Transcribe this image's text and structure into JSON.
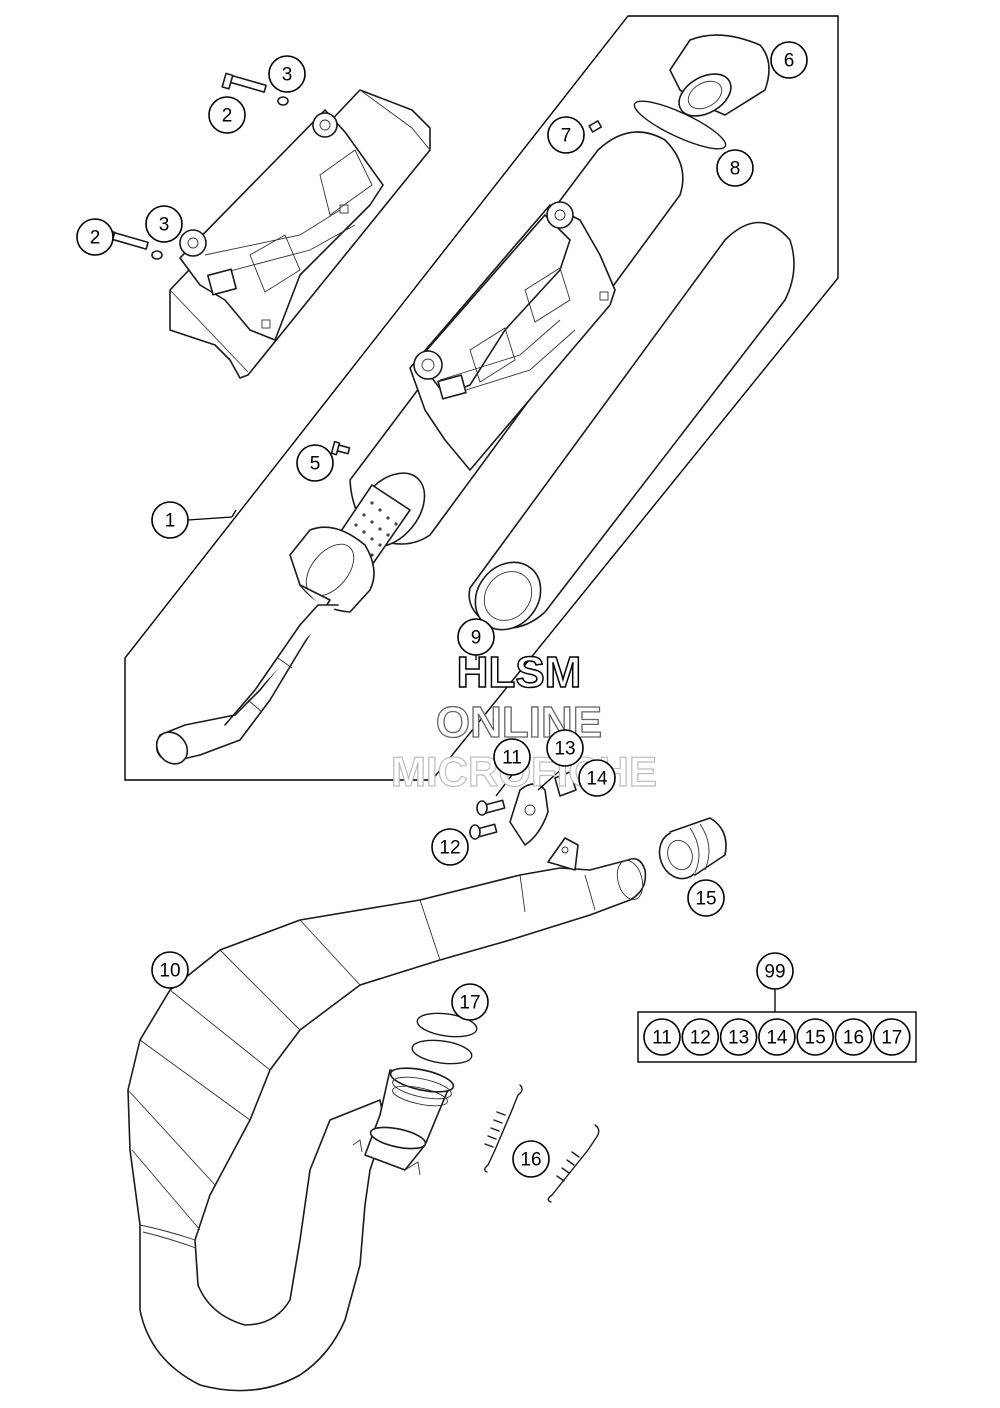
{
  "callouts": [
    {
      "id": "callout-2a",
      "label": "2"
    },
    {
      "id": "callout-3a",
      "label": "3"
    },
    {
      "id": "callout-2b",
      "label": "2"
    },
    {
      "id": "callout-3b",
      "label": "3"
    },
    {
      "id": "callout-6",
      "label": "6"
    },
    {
      "id": "callout-7",
      "label": "7"
    },
    {
      "id": "callout-8",
      "label": "8"
    },
    {
      "id": "callout-5",
      "label": "5"
    },
    {
      "id": "callout-1",
      "label": "1"
    },
    {
      "id": "callout-9",
      "label": "9"
    },
    {
      "id": "callout-11",
      "label": "11"
    },
    {
      "id": "callout-13",
      "label": "13"
    },
    {
      "id": "callout-14",
      "label": "14"
    },
    {
      "id": "callout-12",
      "label": "12"
    },
    {
      "id": "callout-15",
      "label": "15"
    },
    {
      "id": "callout-10",
      "label": "10"
    },
    {
      "id": "callout-17",
      "label": "17"
    },
    {
      "id": "callout-16",
      "label": "16"
    },
    {
      "id": "callout-99",
      "label": "99"
    }
  ],
  "kit": {
    "label": "99",
    "items": [
      "11",
      "12",
      "13",
      "14",
      "15",
      "16",
      "17"
    ]
  },
  "watermark": {
    "line1": "HLSM",
    "line2": "ONLINE",
    "line3": "MICROFICHE"
  }
}
